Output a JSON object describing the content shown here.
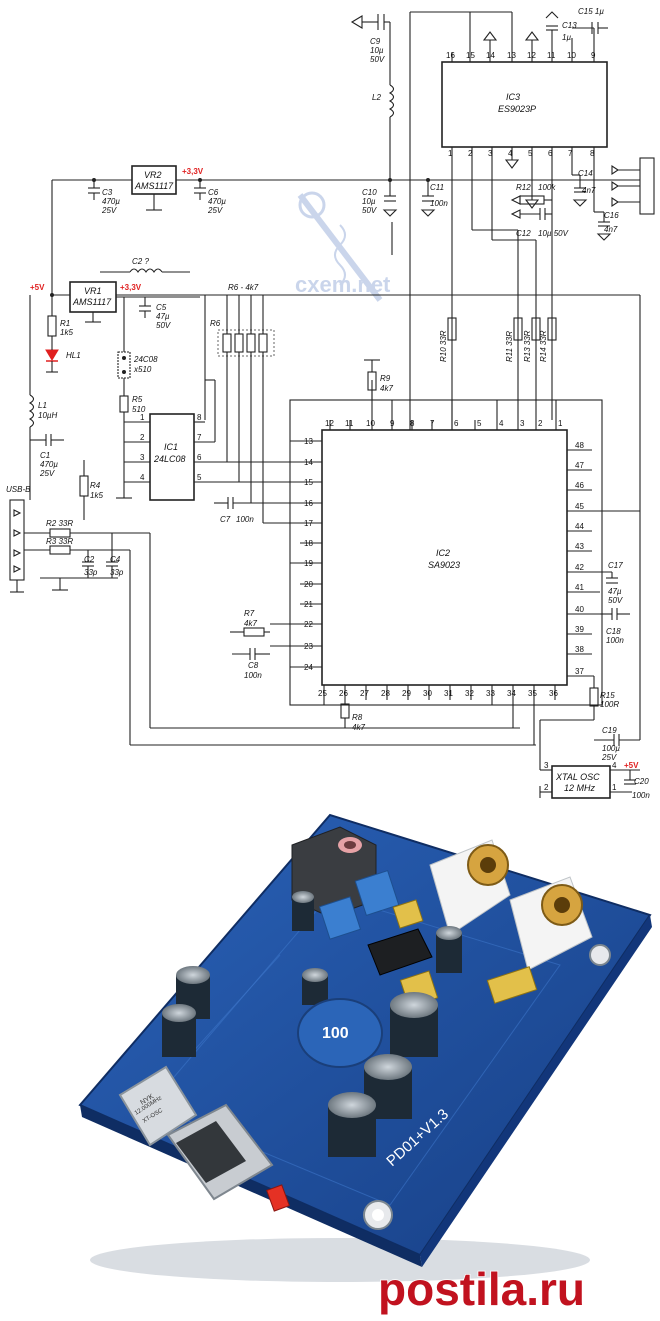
{
  "schematic": {
    "ics": {
      "ic3": {
        "ref": "IC3",
        "part": "ES9023P",
        "top_pins": [
          "16",
          "15",
          "14",
          "13",
          "12",
          "11",
          "10",
          "9"
        ],
        "bottom_pins": [
          "1",
          "2",
          "3",
          "4",
          "5",
          "6",
          "7",
          "8"
        ]
      },
      "ic2": {
        "ref": "IC2",
        "part": "SA9023",
        "top_pins": [
          "12",
          "11",
          "10",
          "9",
          "8",
          "7",
          "6",
          "5",
          "4",
          "3",
          "2",
          "1"
        ],
        "left_pins": [
          "13",
          "14",
          "15",
          "16",
          "17",
          "18",
          "19",
          "20",
          "21",
          "22",
          "23",
          "24"
        ],
        "right_pins": [
          "48",
          "47",
          "46",
          "45",
          "44",
          "43",
          "42",
          "41",
          "40",
          "39",
          "38",
          "37"
        ],
        "bottom_pins": [
          "25",
          "26",
          "27",
          "28",
          "29",
          "30",
          "31",
          "32",
          "33",
          "34",
          "35",
          "36"
        ]
      },
      "ic1": {
        "ref": "IC1",
        "part": "24LC08",
        "left_pins": [
          "1",
          "2",
          "3",
          "4"
        ],
        "right_pins": [
          "8",
          "7",
          "6",
          "5"
        ]
      },
      "vr1": {
        "ref": "VR1",
        "part": "AMS1117"
      },
      "vr2": {
        "ref": "VR2",
        "part": "AMS1117"
      },
      "xtal": {
        "line1": "XTAL OSC",
        "line2": "12 MHz",
        "pins": [
          "3",
          "4",
          "2",
          "1"
        ]
      }
    },
    "rails": {
      "p5v": "+5V",
      "p33v": "+3,3V"
    },
    "components": {
      "c9": [
        "C9",
        "10µ",
        "50V"
      ],
      "c13": [
        "C13",
        "1µ"
      ],
      "c15": [
        "C15 1µ"
      ],
      "l2": [
        "L2"
      ],
      "c3": [
        "C3",
        "470µ",
        "25V"
      ],
      "c6": [
        "C6",
        "470µ",
        "25V"
      ],
      "c10": [
        "C10",
        "10µ",
        "50V"
      ],
      "c11": [
        "C11",
        "100n"
      ],
      "r12": [
        "R12",
        "100k"
      ],
      "c12": [
        "C12",
        "10µ 50V"
      ],
      "c14": [
        "C14",
        "4n7"
      ],
      "c16": [
        "C16",
        "4n7"
      ],
      "c2q": [
        "C2 ?"
      ],
      "c5": [
        "C5",
        "47µ",
        "50V"
      ],
      "r6": [
        "R6 - 4k7"
      ],
      "r6b": [
        "R6"
      ],
      "r1": [
        "R1",
        "1k5"
      ],
      "hl1": [
        "HL1"
      ],
      "jumper": [
        "24C08",
        "x510"
      ],
      "r5": [
        "R5",
        "510"
      ],
      "l1": [
        "L1",
        "10µH"
      ],
      "c1": [
        "C1",
        "470µ",
        "25V"
      ],
      "r4": [
        "R4",
        "1k5"
      ],
      "usb": [
        "USB-B"
      ],
      "r2": [
        "R2 33R"
      ],
      "r3": [
        "R3 33R"
      ],
      "c2": [
        "C2",
        "33p"
      ],
      "c4": [
        "C4",
        "33p"
      ],
      "c7": [
        "C7",
        "100n"
      ],
      "r9": [
        "R9",
        "4k7"
      ],
      "r10": [
        "R10 33R"
      ],
      "r11": [
        "R11 33R"
      ],
      "r13": [
        "R13 33R"
      ],
      "r14": [
        "R14 33R"
      ],
      "c17": [
        "C17",
        "47µ",
        "50V"
      ],
      "c18": [
        "C18",
        "100n"
      ],
      "r7": [
        "R7",
        "4k7"
      ],
      "c8": [
        "C8",
        "100n"
      ],
      "r8": [
        "R8",
        "4k7"
      ],
      "r15": [
        "R15",
        "100R"
      ],
      "c19": [
        "C19",
        "100µ",
        "25V"
      ],
      "c20": [
        "C20",
        "100n"
      ],
      "p5v_xtal": [
        "+5V"
      ]
    },
    "watermark": "cxem.net"
  },
  "photo": {
    "board_silk": "PD01+V1.3",
    "inductor_marking": "100",
    "oscillator_marking": [
      "NYK",
      "12.000MHz",
      "XT-OSC"
    ],
    "watermark": "postila.ru",
    "colors": {
      "pcb": "#1d4fa0",
      "pcb_dark": "#163d80",
      "watermark": "#c1121f"
    }
  }
}
